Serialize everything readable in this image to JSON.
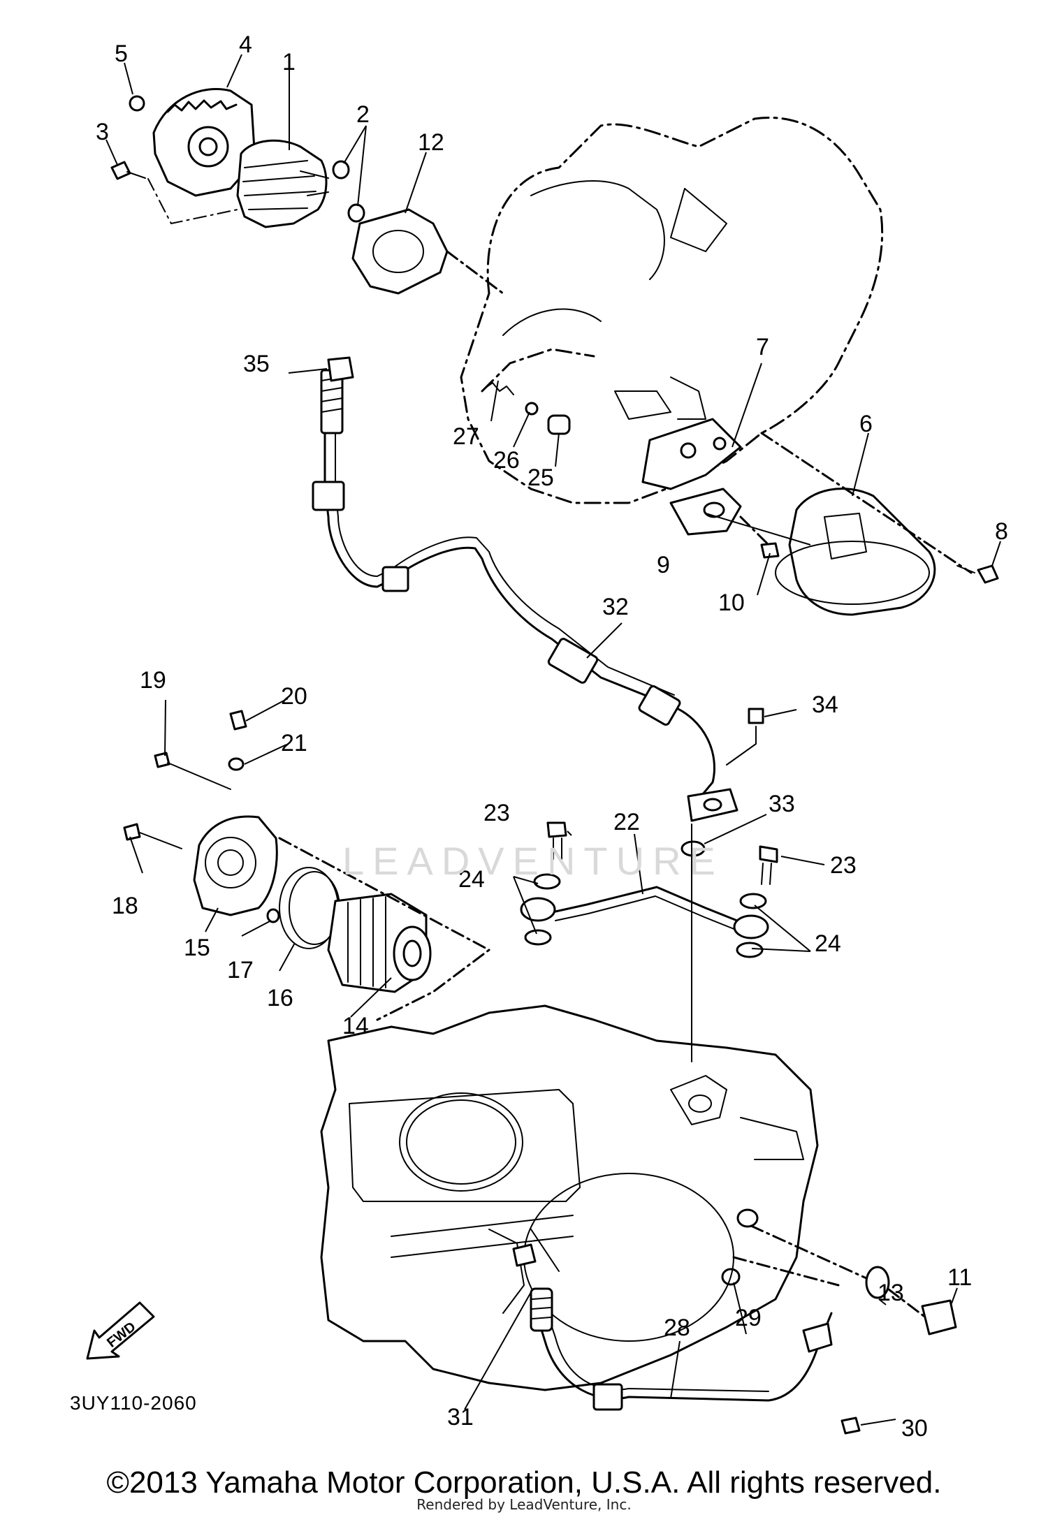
{
  "diagram": {
    "callouts": [
      "1",
      "2",
      "3",
      "4",
      "5",
      "6",
      "7",
      "8",
      "9",
      "10",
      "11",
      "12",
      "13",
      "14",
      "15",
      "16",
      "17",
      "18",
      "19",
      "20",
      "21",
      "22",
      "23",
      "23",
      "24",
      "24",
      "25",
      "26",
      "27",
      "28",
      "29",
      "30",
      "31",
      "32",
      "33",
      "34",
      "35"
    ],
    "fwd_label": "FWD",
    "code": "3UY110-2060",
    "watermark": "LEADVENTURE",
    "copyright": "©2013 Yamaha Motor Corporation, U.S.A. All rights reserved.",
    "rendered": "Rendered by LeadVenture, Inc."
  }
}
